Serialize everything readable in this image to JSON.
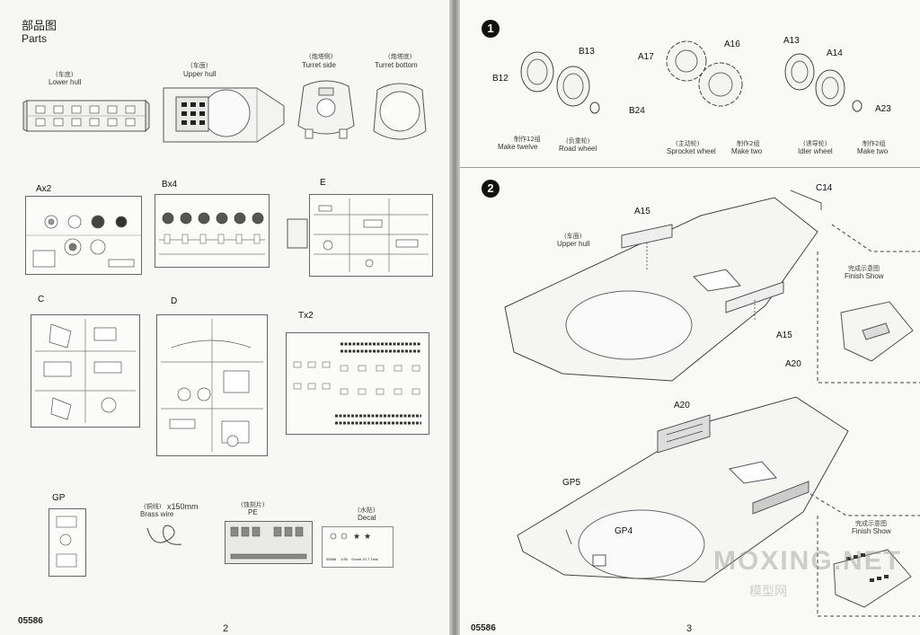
{
  "left_page": {
    "header_cn": "部品图",
    "header_en": "Parts",
    "lower_hull": {
      "cn": "(车底)",
      "en": "Lower hull"
    },
    "upper_hull": {
      "cn": "(车面)",
      "en": "Upper hull"
    },
    "turret_side": {
      "cn": "(炮塔侧)",
      "en": "Turret side"
    },
    "turret_bottom": {
      "cn": "(炮塔底)",
      "en": "Turret bottom"
    },
    "sprue_a": "Ax2",
    "sprue_b": "Bx4",
    "sprue_e": "E",
    "sprue_c": "C",
    "sprue_d": "D",
    "sprue_t": "Tx2",
    "sprue_gp": "GP",
    "brass_wire": {
      "cn": "(铜线)",
      "size": "x150mm",
      "en": "Brass wire"
    },
    "pe": {
      "cn": "(蚀刻片)",
      "en": "PE"
    },
    "decal": {
      "cn": "(水贴)",
      "en": "Decal",
      "sheet_code": "05586",
      "sheet_scale": "1/35",
      "sheet_title": "Soviet JS-7 Tank"
    },
    "product_code": "05586",
    "page_number": "2"
  },
  "right_page": {
    "step1": {
      "number": "1",
      "labels": {
        "b12": "B12",
        "b13": "B13",
        "b24": "B24",
        "a17": "A17",
        "a16": "A16",
        "a13": "A13",
        "a14": "A14",
        "a23": "A23"
      },
      "make_twelve": {
        "cn": "制作12组",
        "en": "Make twelve"
      },
      "road_wheel": {
        "cn": "(负重轮)",
        "en": "Road wheel"
      },
      "sprocket_wheel": {
        "cn": "(主动轮)",
        "en": "Sprocket wheel"
      },
      "make_two_1": {
        "cn": "制作2组",
        "en": "Make two"
      },
      "idler_wheel": {
        "cn": "(诱导轮)",
        "en": "Idler wheel"
      },
      "make_two_2": {
        "cn": "制作2组",
        "en": "Make two"
      }
    },
    "step2": {
      "number": "2",
      "labels": {
        "c14": "C14",
        "a15_top": "A15",
        "a15_side": "A15",
        "a20_right": "A20",
        "a20_top": "A20",
        "gp5": "GP5",
        "gp4": "GP4"
      },
      "upper_hull": {
        "cn": "(车面)",
        "en": "Upper hull"
      },
      "finish_show_1": {
        "cn": "完成示意图",
        "en": "Finish Show"
      },
      "finish_show_2": {
        "cn": "完成示意图",
        "en": "Finish Show"
      }
    },
    "watermark": "MOXING.NET",
    "watermark_cn": "模型网",
    "product_code": "05586",
    "page_number": "3"
  }
}
